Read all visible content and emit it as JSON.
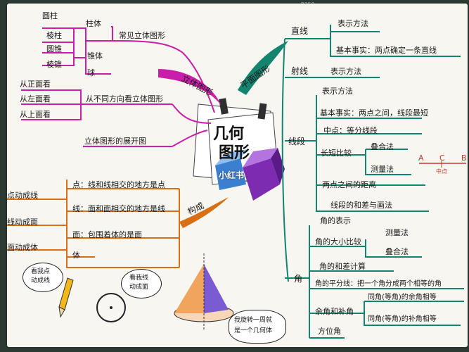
{
  "mat": {
    "marking": "R250"
  },
  "center": {
    "title_line1": "几何",
    "title_line2": "图形"
  },
  "watermark": "小红书",
  "left_top": {
    "main_branch": "立体图形",
    "subtopic_common": "常见立体图形",
    "column_group": "柱体",
    "cylinder": "圆柱",
    "prism": "棱柱",
    "cone_group": "锥体",
    "cone": "圆锥",
    "pyramid": "棱锥",
    "sphere": "球",
    "views_topic": "从不同方向看立体图形",
    "front_view": "从正面看",
    "left_view": "从左面看",
    "top_view": "从上面看",
    "unfold": "立体图形的展开图"
  },
  "right": {
    "main_branch": "平面图形",
    "line": "直线",
    "line_repr": "表示方法",
    "line_fact": "基本事实：两点确定一条直线",
    "ray": "射线",
    "ray_repr": "表示方法",
    "segment": "线段",
    "seg_repr": "表示方法",
    "seg_fact": "基本事实：两点之间，线段最短",
    "midpoint": "中点：等分线段",
    "compare": "长短比较",
    "overlap": "叠合法",
    "measure": "测量法",
    "abc_a": "A",
    "abc_c": "C",
    "abc_b": "B",
    "abc_mid": "中点",
    "distance": "两点之间的距离",
    "sum_diff": "线段的和差与画法",
    "angle": "角",
    "angle_repr": "角的表示",
    "angle_compare": "角的大小比较",
    "angle_measure": "测量法",
    "angle_overlap": "叠合法",
    "angle_calc": "角的和差计算",
    "bisector": "角的平分线：把一个角分成两个相等的角",
    "comp_supp": "余角和补角",
    "comp_rule": "同角(等角)的余角相等",
    "supp_rule": "同角(等角)的补角相等",
    "direction": "方位角"
  },
  "left_bottom": {
    "main_branch": "构成",
    "point_line": "点动成线",
    "line_surface": "线动成面",
    "surface_body": "面动成体",
    "point_def": "点：线和线相交的地方是点",
    "line_def": "线：面和面相交的地方是线",
    "surface_def": "面：包围着体的是面",
    "body_def": "体",
    "bubble1_l1": "看我点",
    "bubble1_l2": "动成线",
    "bubble2_l1": "看我线",
    "bubble2_l2": "动成面",
    "bubble3_l1": "我旋转一周就",
    "bubble3_l2": "是一个几何体"
  },
  "colors": {
    "magenta": "#c81ea8",
    "teal": "#13856f",
    "orange": "#d96f14",
    "purple": "#7a2fb0"
  }
}
